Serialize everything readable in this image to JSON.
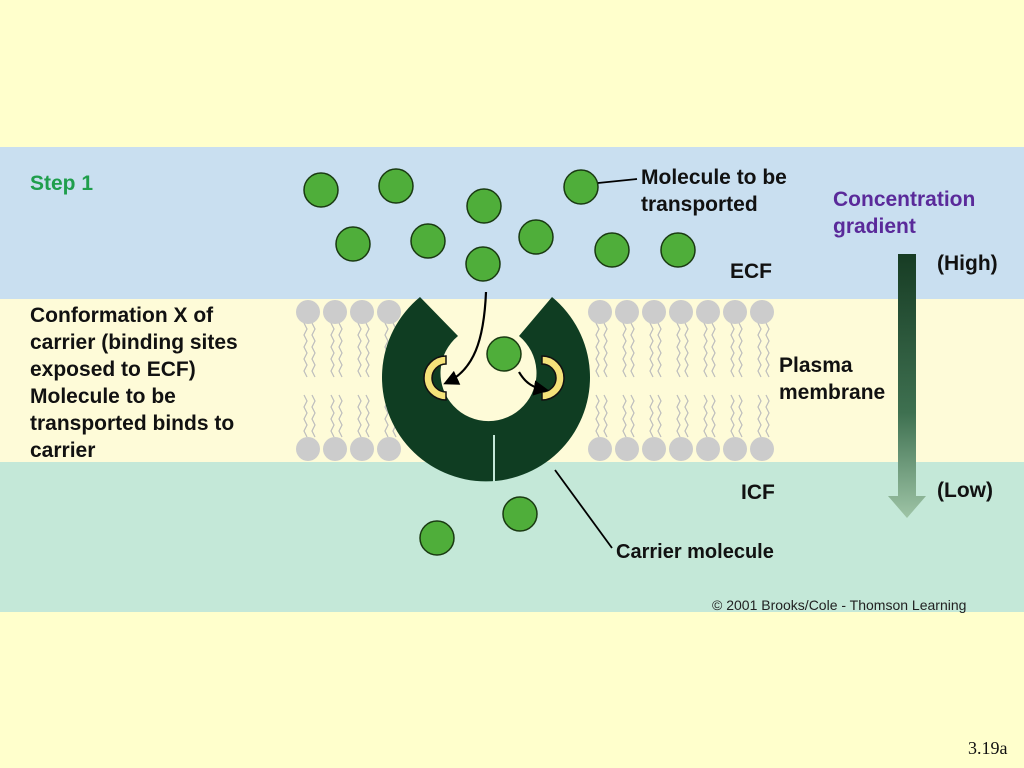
{
  "step_title": "Step 1",
  "conformation_text": "Conformation X of\ncarrier (binding sites\nexposed to ECF)\nMolecule to be\ntransported binds to\ncarrier",
  "molecule_label": "Molecule to be\ntransported",
  "gradient": {
    "title": "Concentration\ngradient",
    "high": "(High)",
    "low": "(Low)"
  },
  "regions": {
    "ecf": "ECF",
    "membrane": "Plasma\nmembrane",
    "icf": "ICF"
  },
  "carrier_label": "Carrier molecule",
  "copyright": "© 2001 Brooks/Cole - Thomson Learning",
  "slide_number": "3.19a",
  "colors": {
    "ecf_blue": "#c9dff0",
    "membrane_yellow": "#fefbd8",
    "icf_teal": "#c4e8d8",
    "carrier_green": "#0f3d22",
    "molecule_green": "#4fae3a",
    "binding_site": "#f5e27a",
    "gradient_arrow": "#1e4a2c",
    "step_green": "#1f9e4c",
    "gradient_purple": "#5a2a9a",
    "slide_bg": "#ffffcc"
  }
}
